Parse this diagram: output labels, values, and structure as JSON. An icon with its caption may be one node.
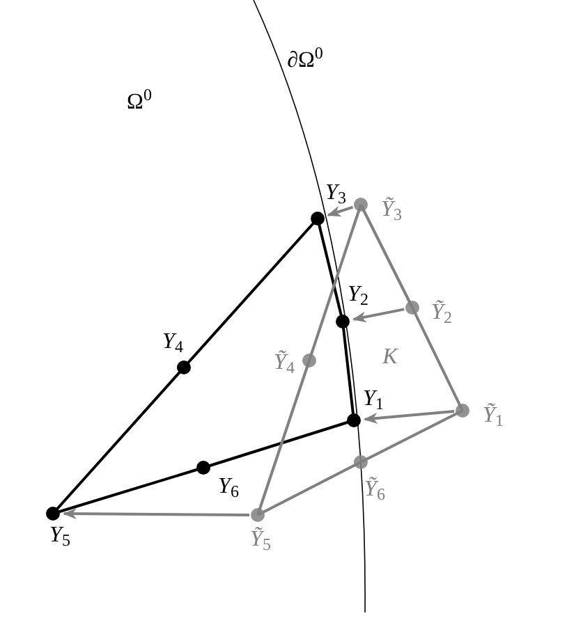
{
  "diagram": {
    "nodes": [
      {
        "text": [],
        "shape": "circle",
        "beside": [
          "*Y*$_{1}$"
        ]
      },
      {
        "text": [],
        "shape": "circle",
        "beside": [
          "*Y*$_{2}$"
        ]
      },
      {
        "text": [],
        "shape": "circle",
        "beside": [
          "*Y*$_{3}$"
        ]
      },
      {
        "text": [],
        "shape": "circle",
        "beside": [
          "*Y*$_{4}$"
        ]
      },
      {
        "text": [],
        "shape": "circle",
        "beside": [
          "*Y*$_{5}$"
        ]
      },
      {
        "text": [],
        "shape": "circle",
        "beside": [
          "*Y*$_{6}$"
        ]
      },
      {
        "text": [],
        "shape": "circle",
        "beside": [
          "*Ỹ*$_{1}$"
        ]
      },
      {
        "text": [],
        "shape": "circle",
        "beside": [
          "*Ỹ*$_{2}$"
        ]
      },
      {
        "text": [],
        "shape": "circle",
        "beside": [
          "*Ỹ*$_{3}$"
        ]
      },
      {
        "text": [],
        "shape": "circle",
        "beside": [
          "*Ỹ*$_{4}$"
        ]
      },
      {
        "text": [],
        "shape": "circle",
        "beside": [
          "*Ỹ*$_{5}$"
        ]
      },
      {
        "text": [],
        "shape": "circle",
        "beside": [
          "*Ỹ*$_{6}$"
        ]
      }
    ],
    "edges": [
      {
        "from": 0,
        "to": 1,
        "arrow": "none",
        "color": "#000000"
      },
      {
        "from": 1,
        "to": 2,
        "arrow": "none",
        "color": "#000000"
      },
      {
        "from": 2,
        "to": 3,
        "arrow": "none",
        "color": "#000000"
      },
      {
        "from": 3,
        "to": 4,
        "arrow": "none",
        "color": "#000000"
      },
      {
        "from": 4,
        "to": 5,
        "arrow": "none",
        "color": "#000000"
      },
      {
        "from": 5,
        "to": 0,
        "arrow": "none",
        "color": "#000000"
      },
      {
        "from": 6,
        "to": 7,
        "arrow": "none",
        "color": "#808080"
      },
      {
        "from": 7,
        "to": 8,
        "arrow": "none",
        "color": "#808080"
      },
      {
        "from": 8,
        "to": 9,
        "arrow": "none",
        "color": "#808080"
      },
      {
        "from": 9,
        "to": 10,
        "arrow": "none",
        "color": "#808080"
      },
      {
        "from": 10,
        "to": 11,
        "arrow": "none",
        "color": "#808080"
      },
      {
        "from": 11,
        "to": 6,
        "arrow": "none",
        "color": "#808080"
      },
      {
        "from": 8,
        "to": 2,
        "arrow": "to",
        "color": "#808080"
      },
      {
        "from": 7,
        "to": 1,
        "arrow": "to",
        "color": "#808080"
      },
      {
        "from": 6,
        "to": 0,
        "arrow": "to",
        "color": "#808080"
      },
      {
        "from": 10,
        "to": 4,
        "arrow": "to",
        "color": "#808080"
      }
    ],
    "labels": [
      "Ω$^{0}$",
      "∂Ω$^{0}$",
      "*K*"
    ]
  }
}
